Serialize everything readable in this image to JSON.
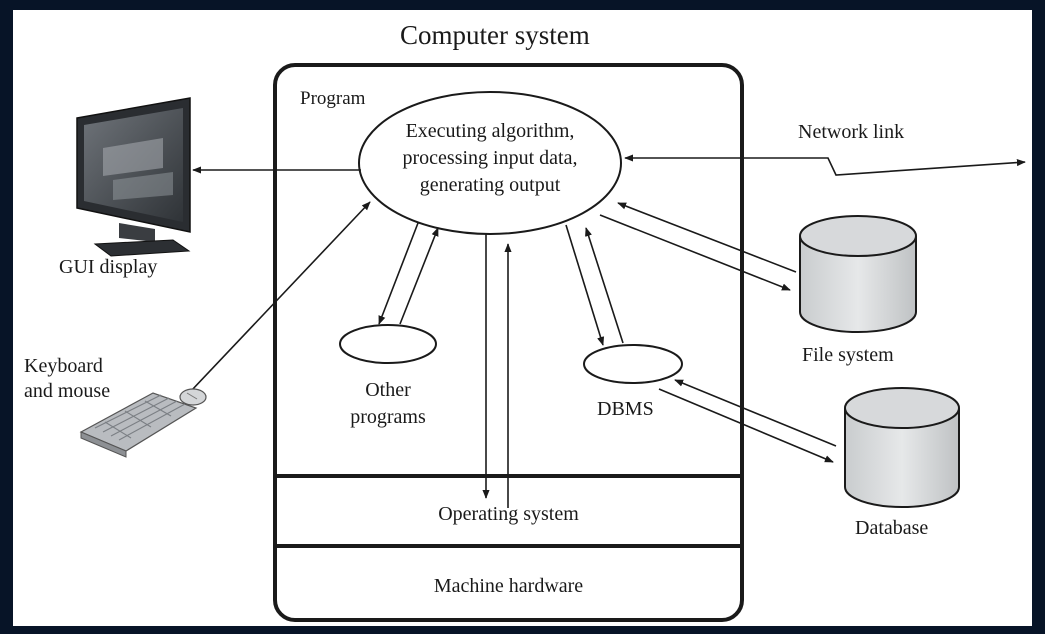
{
  "diagram": {
    "title": "Computer system",
    "program_label": "Program",
    "ellipse_lines": [
      "Executing algorithm,",
      "processing input data,",
      "generating output"
    ],
    "other_programs_lines": [
      "Other",
      "programs"
    ],
    "dbms_label": "DBMS",
    "os_label": "Operating system",
    "hardware_label": "Machine hardware",
    "gui_label": "GUI display",
    "keyboard_lines": [
      "Keyboard",
      "and mouse"
    ],
    "network_label": "Network link",
    "file_system_label": "File system",
    "database_label": "Database"
  },
  "colors": {
    "background": "#071427",
    "panel": "#ffffff",
    "ink": "#1a1a1a"
  },
  "icons": [
    "monitor-icon",
    "keyboard-icon",
    "mouse-icon",
    "file-system-cylinder-icon",
    "database-cylinder-icon"
  ]
}
